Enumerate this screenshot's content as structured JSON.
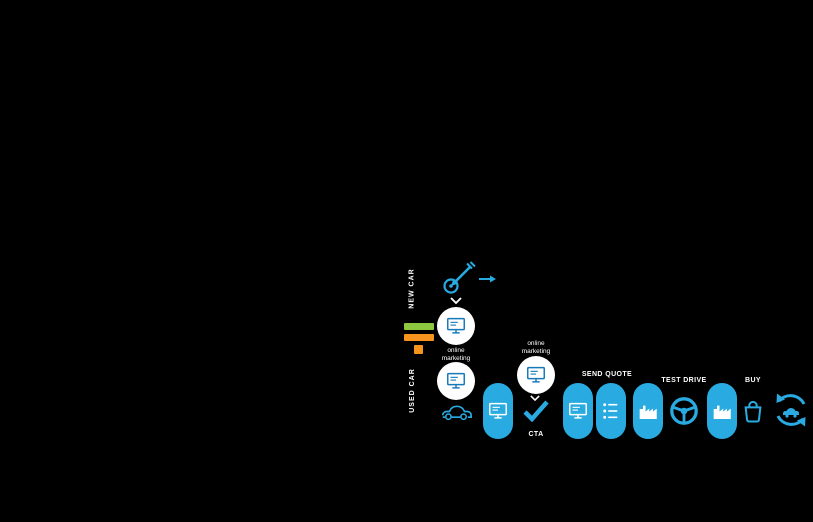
{
  "colors": {
    "background": "#000000",
    "accent": "#29abe2",
    "node_fill": "#ffffff",
    "monitor_icon": "#1779ba",
    "portal_green": "#8dc63f",
    "portal_orange": "#f7941e"
  },
  "left_rail": {
    "top_label": "NEW CAR",
    "bottom_label": "USED CAR"
  },
  "branch": {
    "online_marketing_top": "online marketing",
    "online_marketing_mid": "online marketing"
  },
  "flow": {
    "cta_label": "CTA",
    "send_quote_label": "SEND QUOTE",
    "test_drive_label": "TEST DRIVE",
    "buy_label": "BUY"
  }
}
